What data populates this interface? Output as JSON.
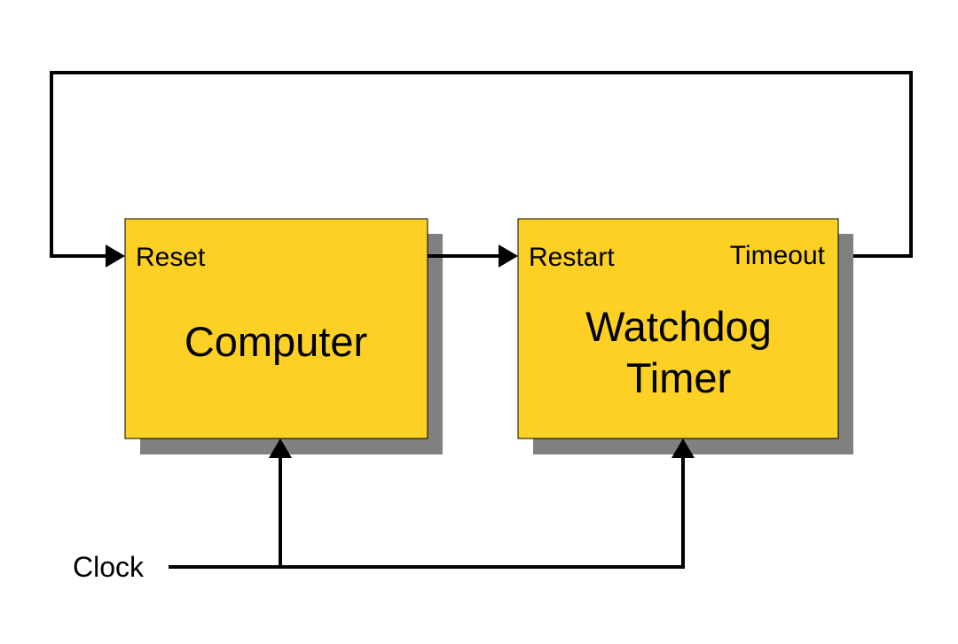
{
  "colors": {
    "block_fill": "#FCD024",
    "shadow": "#808080",
    "line": "#000000",
    "background": "#FFFFFF"
  },
  "blocks": {
    "computer": {
      "title": "Computer",
      "ports": {
        "reset": "Reset"
      }
    },
    "watchdog": {
      "title_line1": "Watchdog",
      "title_line2": "Timer",
      "ports": {
        "restart": "Restart",
        "timeout": "Timeout"
      }
    }
  },
  "inputs": {
    "clock": "Clock"
  }
}
